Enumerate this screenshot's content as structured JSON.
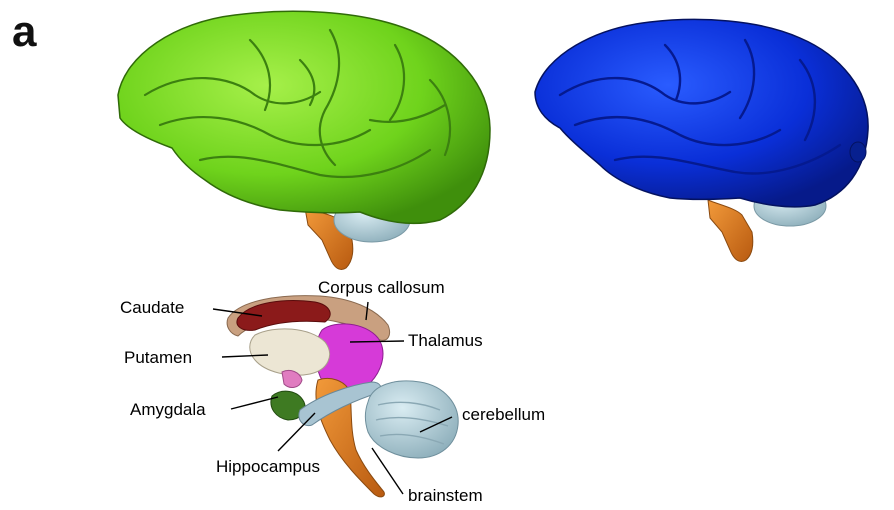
{
  "panel_letter": "a",
  "labels": {
    "caudate": "Caudate",
    "corpus_callosum": "Corpus callosum",
    "thalamus": "Thalamus",
    "putamen": "Putamen",
    "amygdala": "Amygdala",
    "cerebellum": "cerebellum",
    "hippocampus": "Hippocampus",
    "brainstem": "brainstem"
  },
  "colors": {
    "cortex_green": "#6fd31c",
    "cortex_blue": "#0a2fd8",
    "cerebellum": "#aac9d3",
    "brainstem": "#e07a1c",
    "caudate": "#8b1a1a",
    "corpus_callosum": "#c9a080",
    "thalamus": "#d63ad8",
    "putamen": "#ece6d4",
    "amygdala": "#3e7a22",
    "hippocampus": "#a8c4d2"
  }
}
